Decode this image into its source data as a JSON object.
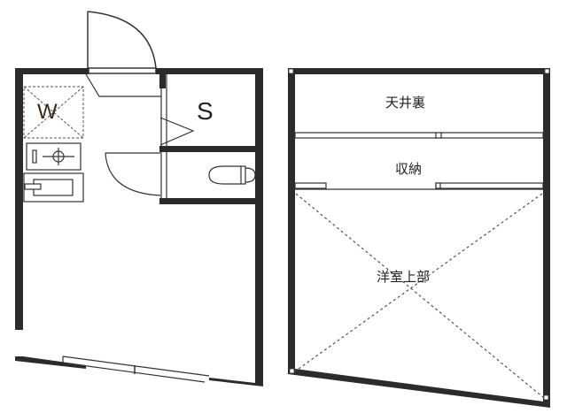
{
  "floor_plan": {
    "first_floor": {
      "rooms": [
        {
          "id": "washer",
          "label": "W"
        },
        {
          "id": "storage",
          "label": "S"
        },
        {
          "id": "kitchen",
          "label": ""
        },
        {
          "id": "toilet",
          "label": ""
        },
        {
          "id": "western_room",
          "label": ""
        }
      ]
    },
    "loft": {
      "rooms": [
        {
          "id": "attic",
          "label": "天井裏"
        },
        {
          "id": "closet",
          "label": "収納"
        },
        {
          "id": "room_above",
          "label": "洋室上部"
        }
      ]
    }
  },
  "colors": {
    "wall": "#2b2b2b",
    "line": "#333333",
    "background": "#ffffff"
  }
}
